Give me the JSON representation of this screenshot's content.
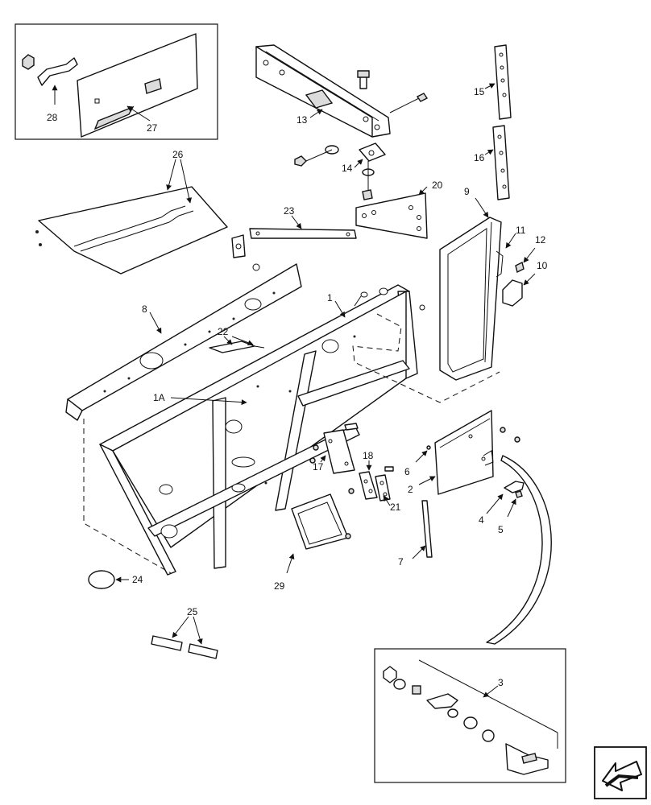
{
  "diagram": {
    "callouts": {
      "c1": "1",
      "c1a": "1A",
      "c2": "2",
      "c3": "3",
      "c4": "4",
      "c5": "5",
      "c6": "6",
      "c7": "7",
      "c8": "8",
      "c9": "9",
      "c10": "10",
      "c11": "11",
      "c12": "12",
      "c13": "13",
      "c14": "14",
      "c15": "15",
      "c16": "16",
      "c17": "17",
      "c18": "18",
      "c20": "20",
      "c21": "21",
      "c22": "22",
      "c23": "23",
      "c24": "24",
      "c25": "25",
      "c26": "26",
      "c27": "27",
      "c28": "28",
      "c29": "29"
    },
    "nav_icon": "arrow-left-icon"
  }
}
